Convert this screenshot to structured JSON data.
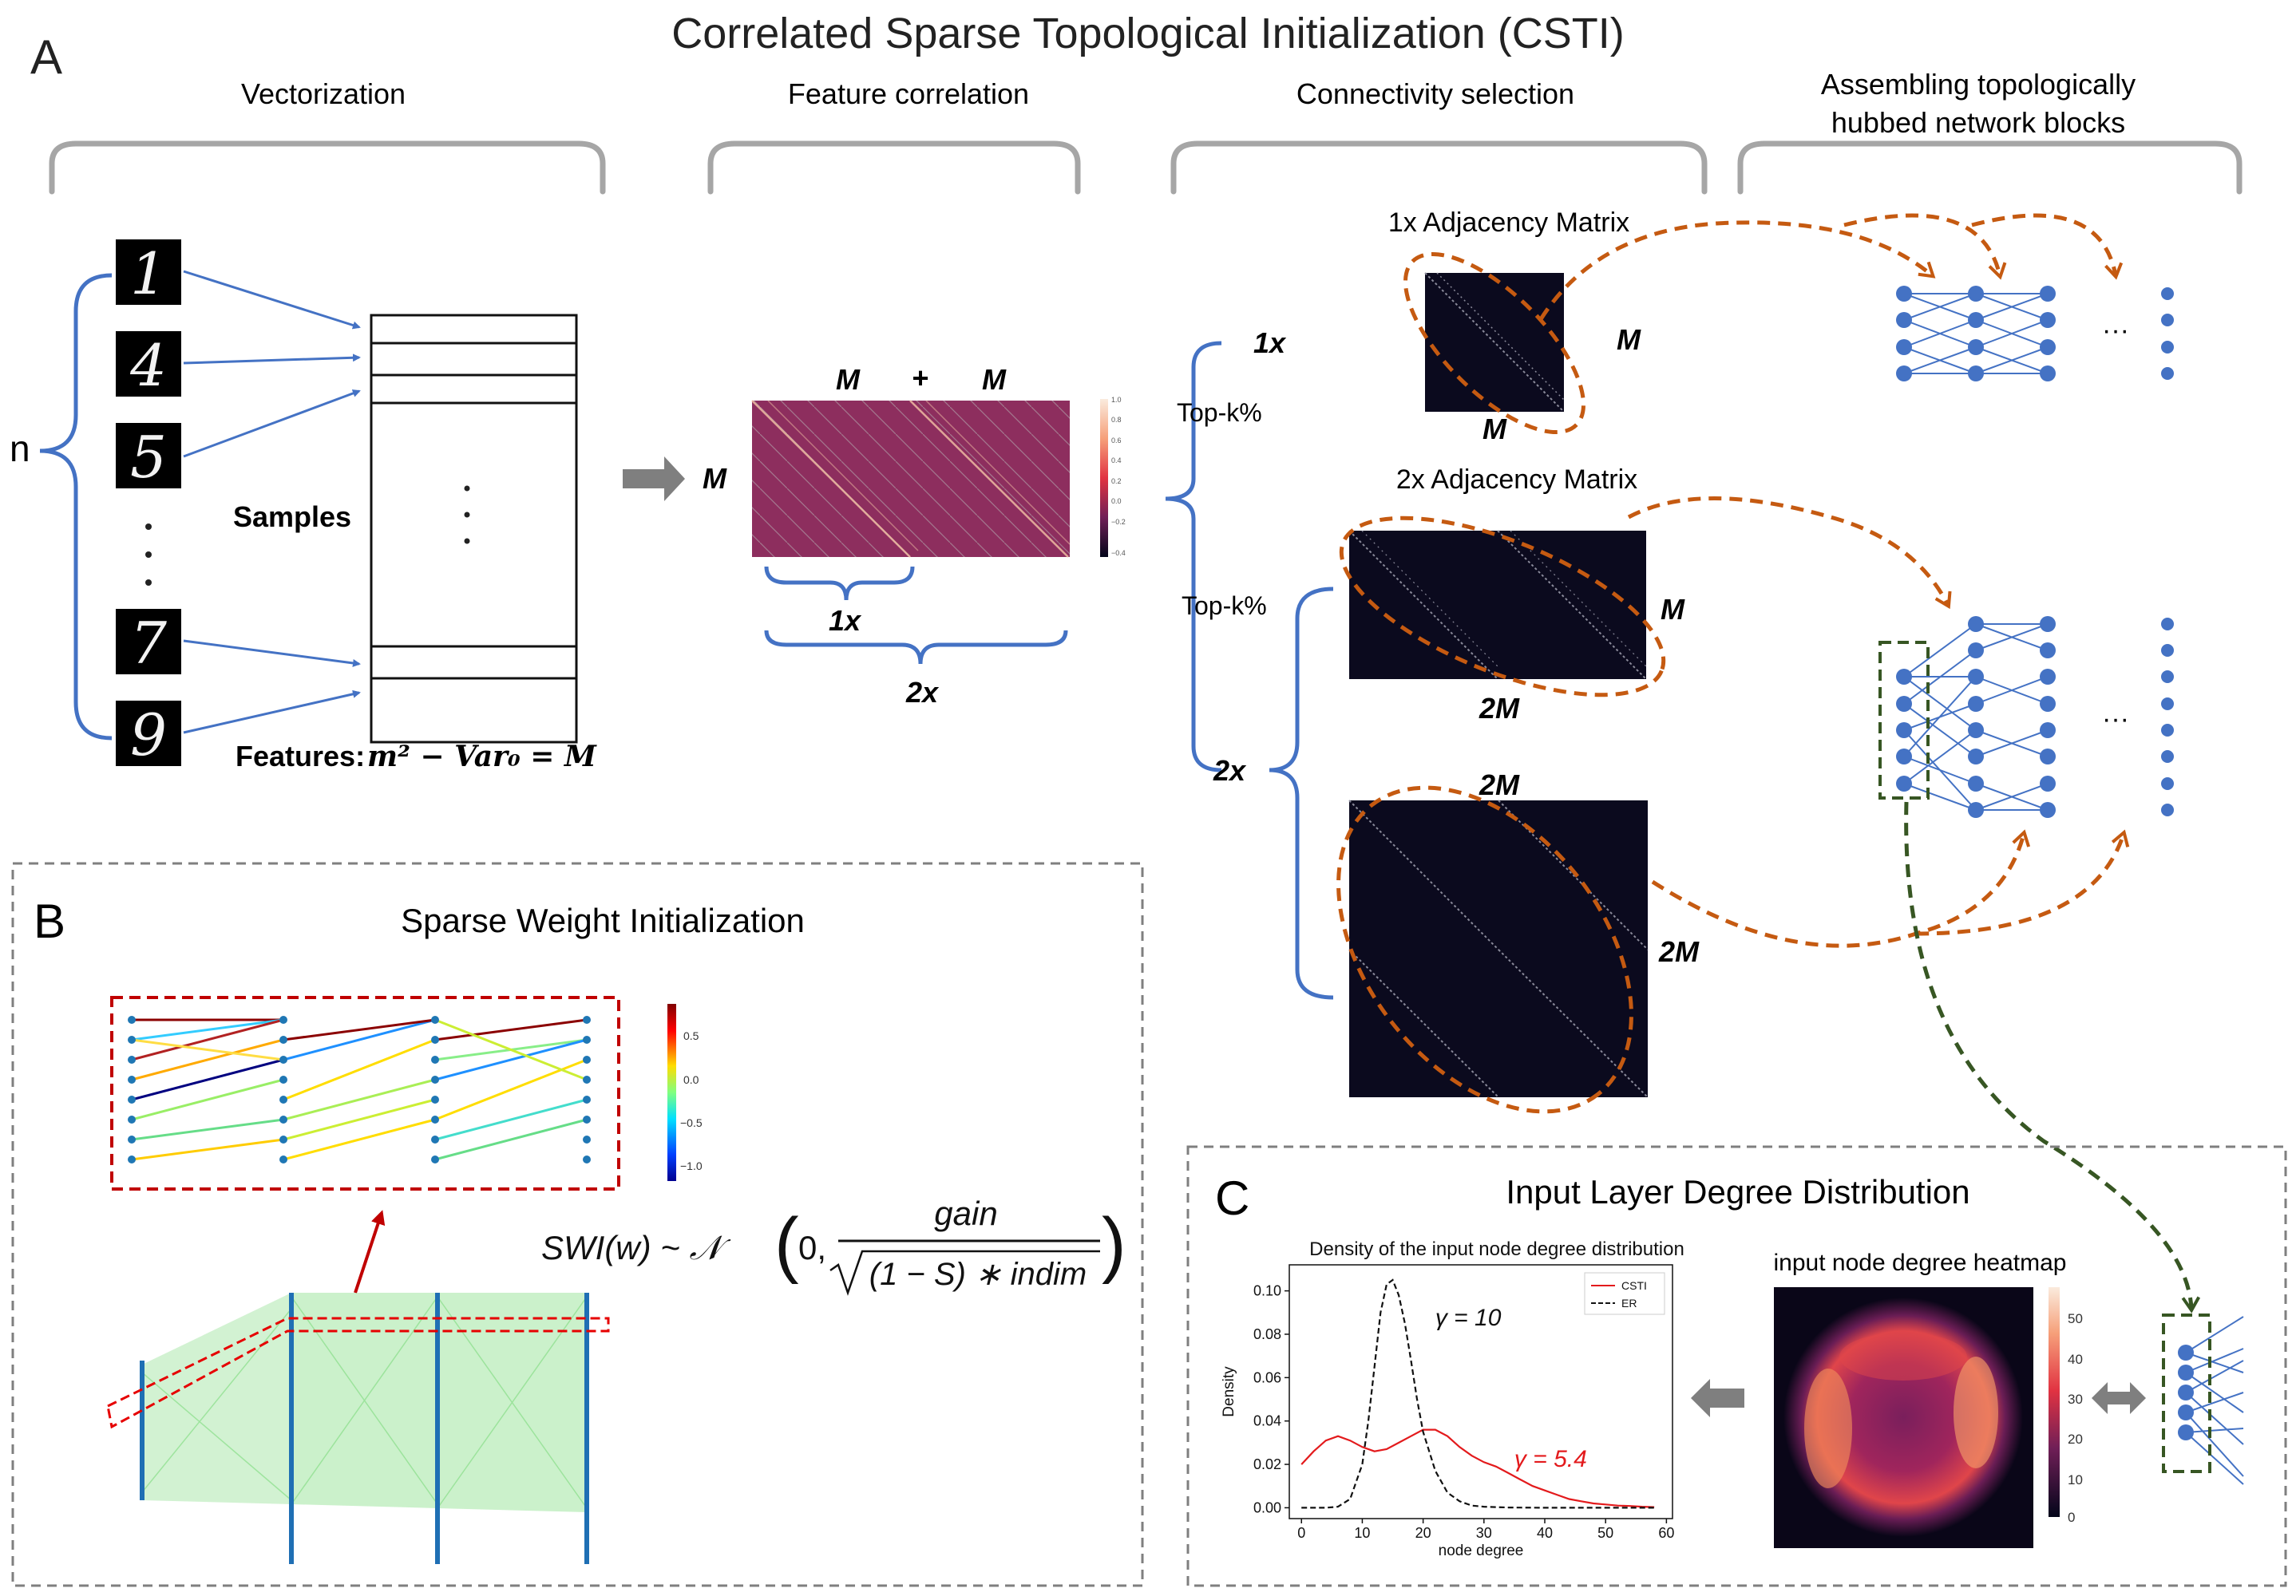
{
  "title": "Correlated Sparse Topological Initialization (CSTI)",
  "panels": {
    "a": "A",
    "b": "B",
    "c": "C"
  },
  "stages": {
    "vectorization": "Vectorization",
    "feature_correlation": "Feature correlation",
    "connectivity_selection": "Connectivity selection",
    "assembling_line1": "Assembling topologically",
    "assembling_line2": "hubbed network blocks"
  },
  "vectorization": {
    "n_label": "n",
    "digits": [
      "1",
      "4",
      "5",
      "7",
      "9"
    ],
    "samples_label": "Samples",
    "features_label": "Features:",
    "features_formula": "m² − Var₀ = M"
  },
  "correlation": {
    "top_m1": "M",
    "plus": "+",
    "top_m2": "M",
    "left_m": "M",
    "brace_1x": "1x",
    "brace_2x": "2x",
    "colorbar_ticks": [
      "1.0",
      "0.8",
      "0.6",
      "0.4",
      "0.2",
      "0.0",
      "−0.2",
      "−0.4"
    ]
  },
  "connectivity": {
    "label_1x": "1x",
    "topk_1": "Top-k%",
    "topk_2": "Top-k%",
    "label_2x": "2x",
    "adj1_title": "1x Adjacency Matrix",
    "adj1_right": "M",
    "adj1_bottom": "M",
    "adj2_title": "2x Adjacency Matrix",
    "adj2_right": "M",
    "adj2_bottom": "2M",
    "adj3_top": "2M",
    "adj3_right": "2M"
  },
  "network": {
    "ellipsis1": "···",
    "ellipsis2": "···"
  },
  "panel_b": {
    "title": "Sparse Weight Initialization",
    "colorbar_ticks": [
      "0.5",
      "0.0",
      "−0.5",
      "−1.0"
    ],
    "formula_left": "SWI(w) ~ 𝒩",
    "formula_zero": "0,",
    "formula_num": "gain",
    "formula_den": "(1 − S) ∗ indim"
  },
  "panel_c": {
    "title": "Input Layer Degree Distribution",
    "heatmap_title": "input node degree heatmap",
    "heatmap_ticks": [
      "50",
      "40",
      "30",
      "20",
      "10",
      "0"
    ]
  },
  "chart_data": {
    "type": "line",
    "title": "Density of the input node degree distribution",
    "xlabel": "node degree",
    "ylabel": "Density",
    "xlim": [
      -2,
      61
    ],
    "ylim": [
      -0.005,
      0.112
    ],
    "xticks": [
      0,
      10,
      20,
      30,
      40,
      50,
      60
    ],
    "yticks": [
      0.0,
      0.02,
      0.04,
      0.06,
      0.08,
      0.1
    ],
    "ytick_labels": [
      "0.00",
      "0.02",
      "0.04",
      "0.06",
      "0.08",
      "0.10"
    ],
    "legend": "top-right",
    "series": [
      {
        "name": "CSTI",
        "color": "#e31a1c",
        "style": "solid",
        "annotation": "γ = 5.4",
        "x": [
          0,
          2,
          4,
          6,
          8,
          10,
          12,
          14,
          16,
          18,
          20,
          22,
          24,
          26,
          28,
          30,
          32,
          34,
          36,
          38,
          40,
          42,
          44,
          46,
          48,
          50,
          52,
          54,
          56,
          58
        ],
        "y": [
          0.02,
          0.026,
          0.031,
          0.033,
          0.031,
          0.028,
          0.026,
          0.027,
          0.03,
          0.033,
          0.036,
          0.036,
          0.033,
          0.028,
          0.024,
          0.021,
          0.019,
          0.016,
          0.013,
          0.01,
          0.008,
          0.006,
          0.004,
          0.003,
          0.002,
          0.0015,
          0.001,
          0.0008,
          0.0005,
          0.0003
        ]
      },
      {
        "name": "ER",
        "color": "#111111",
        "style": "dashed",
        "annotation": "γ = 10",
        "x": [
          0,
          4,
          6,
          8,
          10,
          11,
          12,
          13,
          14,
          15,
          16,
          17,
          18,
          19,
          20,
          22,
          24,
          26,
          28,
          30,
          34,
          40,
          50,
          58
        ],
        "y": [
          0.0,
          0.0,
          0.0005,
          0.004,
          0.02,
          0.04,
          0.065,
          0.09,
          0.103,
          0.105,
          0.098,
          0.085,
          0.068,
          0.05,
          0.035,
          0.017,
          0.007,
          0.003,
          0.001,
          0.0005,
          0.0001,
          0.0,
          0.0,
          0.0
        ]
      }
    ]
  }
}
